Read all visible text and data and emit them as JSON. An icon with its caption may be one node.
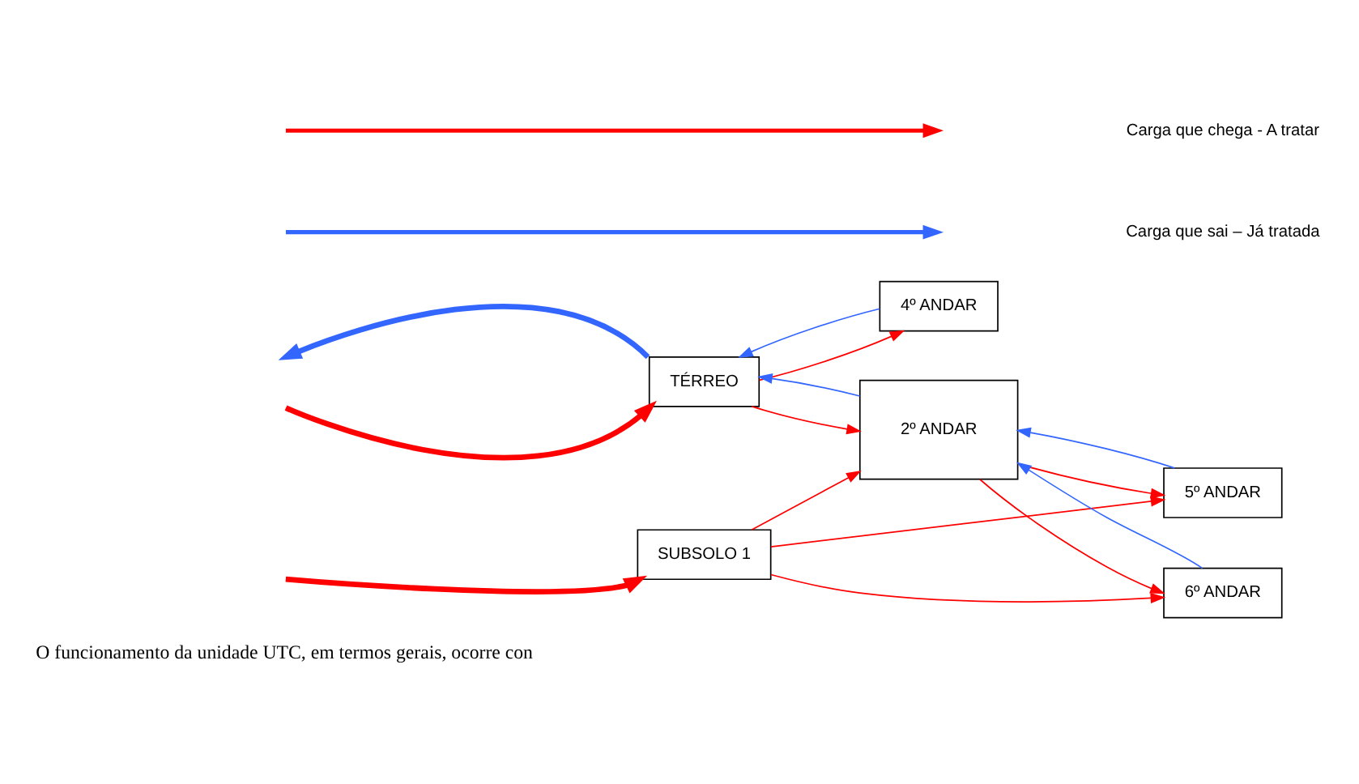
{
  "diagram": {
    "nodes": [
      {
        "text": [
          "TÉRREO"
        ]
      },
      {
        "text": [
          "4º ANDAR"
        ]
      },
      {
        "text": [
          "2º ANDAR"
        ]
      },
      {
        "text": [
          "SUBSOLO 1"
        ]
      },
      {
        "text": [
          "5º ANDAR"
        ]
      },
      {
        "text": [
          "6º ANDAR"
        ]
      }
    ],
    "edges": [
      {
        "from": null,
        "to": 0,
        "arrow": "to",
        "style": "thick"
      },
      {
        "from": null,
        "to": 3,
        "arrow": "to",
        "style": "thick"
      },
      {
        "from": 0,
        "to": null,
        "arrow": "to",
        "style": "thick",
        "color": "#3366ff"
      },
      {
        "from": 0,
        "to": 1,
        "arrow": "to"
      },
      {
        "from": 1,
        "to": 0,
        "arrow": "to",
        "color": "#3366ff"
      },
      {
        "from": 2,
        "to": 0,
        "arrow": "to",
        "color": "#3366ff"
      },
      {
        "from": 0,
        "to": 2,
        "arrow": "to"
      },
      {
        "from": 3,
        "to": 2,
        "arrow": "to"
      },
      {
        "from": 3,
        "to": 4,
        "arrow": "to"
      },
      {
        "from": 3,
        "to": 5,
        "arrow": "to"
      },
      {
        "from": 2,
        "to": 4,
        "arrow": "to"
      },
      {
        "from": 2,
        "to": 5,
        "arrow": "to"
      },
      {
        "from": 4,
        "to": 2,
        "arrow": "to",
        "color": "#3366ff"
      },
      {
        "from": 5,
        "to": 2,
        "arrow": "to",
        "color": "#3366ff"
      }
    ],
    "labels": [
      "O funcionamento da unidade UTC, em termos gerais, ocorre con"
    ],
    "legend": [
      {
        "text": "Carga que chega - A tratar"
      },
      {
        "text": "Carga que sai – Já tratada"
      }
    ]
  }
}
